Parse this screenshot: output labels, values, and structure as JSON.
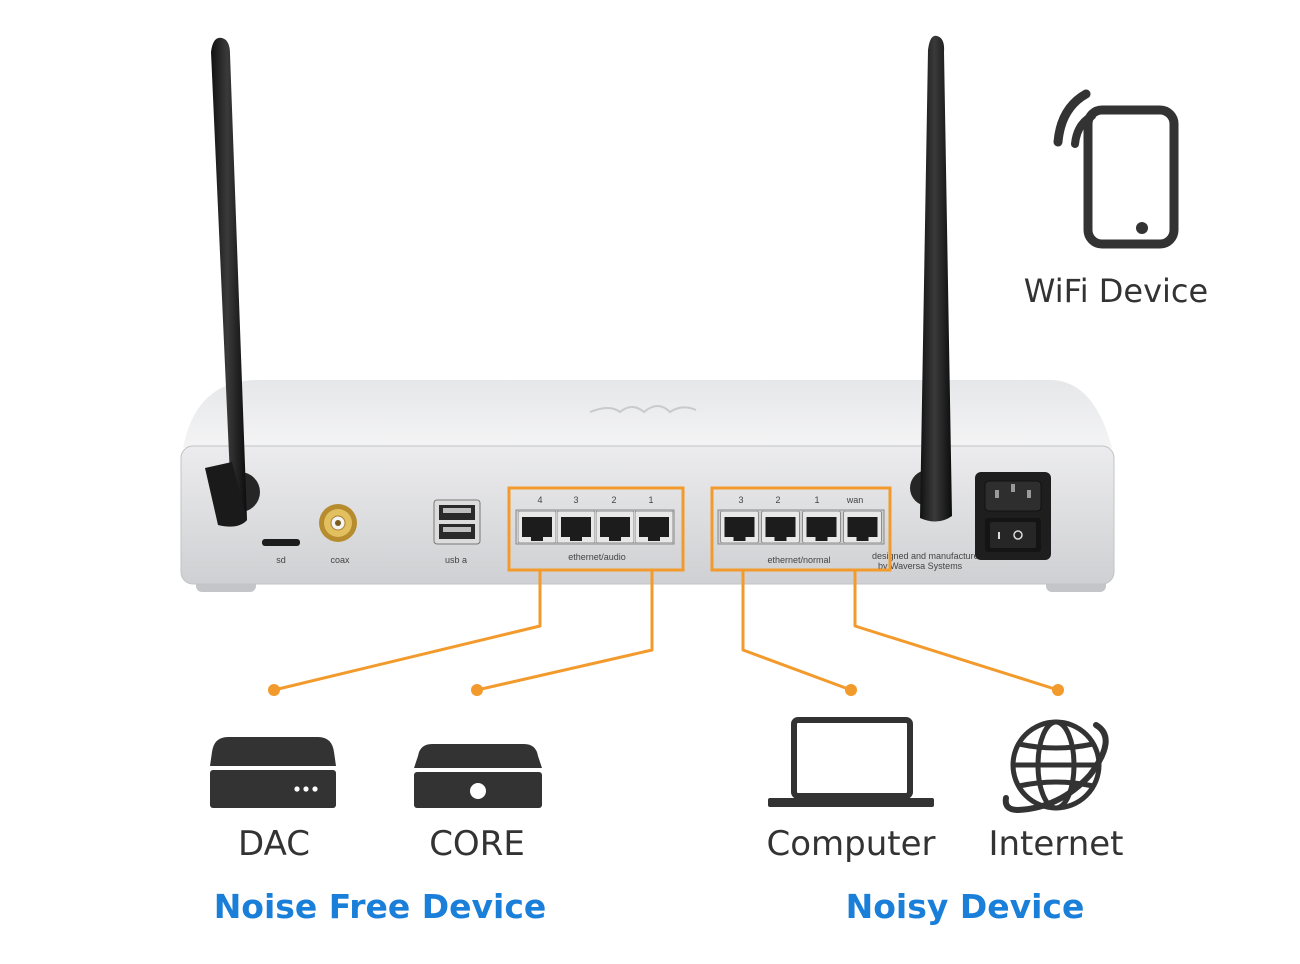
{
  "router": {
    "port_labels": {
      "sd": "sd",
      "coax": "coax",
      "usb": "usb a",
      "audio_group": "ethernet/audio",
      "normal_group": "ethernet/normal"
    },
    "audio_ports": [
      "4",
      "3",
      "2",
      "1"
    ],
    "normal_ports": [
      "3",
      "2",
      "1",
      "wan"
    ],
    "maker_text": [
      "designed and manufactured",
      "by Waversa Systems"
    ]
  },
  "wifi_device": {
    "label": "WiFi Device",
    "icon": "smartphone-wifi-icon"
  },
  "devices": [
    {
      "label": "DAC",
      "icon": "dac-box-icon"
    },
    {
      "label": "CORE",
      "icon": "core-box-icon"
    },
    {
      "label": "Computer",
      "icon": "laptop-icon"
    },
    {
      "label": "Internet",
      "icon": "globe-icon"
    }
  ],
  "groups": {
    "noise_free": "Noise Free Device",
    "noisy": "Noisy Device"
  },
  "colors": {
    "connector": "#f39a2c",
    "group_label": "#1a7fd9",
    "icon": "#333333",
    "router_body": "#d9dadc"
  }
}
